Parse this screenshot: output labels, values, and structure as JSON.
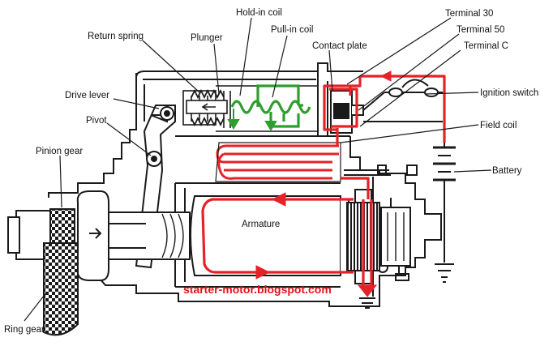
{
  "labels": {
    "hold_in_coil": "Hold-in coil",
    "terminal_30": "Terminal 30",
    "pull_in_coil": "Pull-in coil",
    "terminal_50": "Terminal 50",
    "return_spring": "Return spring",
    "plunger": "Plunger",
    "contact_plate": "Contact plate",
    "terminal_c": "Terminal C",
    "drive_lever": "Drive lever",
    "ignition_switch": "Ignition switch",
    "pivot": "Pivot",
    "field_coil": "Field coil",
    "pinion_gear": "Pinion gear",
    "battery": "Battery",
    "armature": "Armature",
    "ring_gear": "Ring gear"
  },
  "watermark": "starter-motor.blogspot.com",
  "colors": {
    "current_main": "#e52228",
    "current_coil": "#2e9e2e",
    "watermark": "#e0141a",
    "line": "#1a1a1a"
  }
}
